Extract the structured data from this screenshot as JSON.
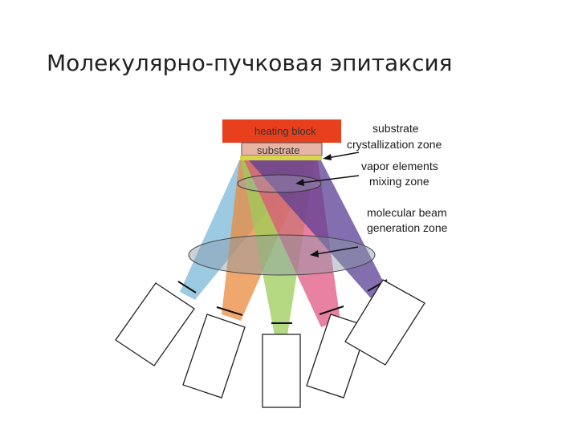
{
  "title": "Молекулярно-пучковая эпитаксия",
  "diagram": {
    "heating_block_label": "heating block",
    "substrate_label": "substrate",
    "annotations": {
      "crystallization_line1": "substrate",
      "crystallization_line2": "crystallization zone",
      "mixing_line1": "vapor elements",
      "mixing_line2": "mixing zone",
      "generation_line1": "molecular beam",
      "generation_line2": "generation zone"
    },
    "colors": {
      "heating_block": "#e8401c",
      "substrate": "#e8b4a4",
      "substrate_film": "#d6d64a",
      "beam_blue": "#7ab8d8",
      "beam_orange": "#e9893e",
      "beam_green": "#9ccc58",
      "beam_pink": "#e0507e",
      "beam_purple": "#5a3f94",
      "zone_ellipse": "#8a9aa8"
    },
    "effusion_cells": [
      "cell-1",
      "cell-2",
      "cell-3",
      "cell-4",
      "cell-5"
    ]
  }
}
